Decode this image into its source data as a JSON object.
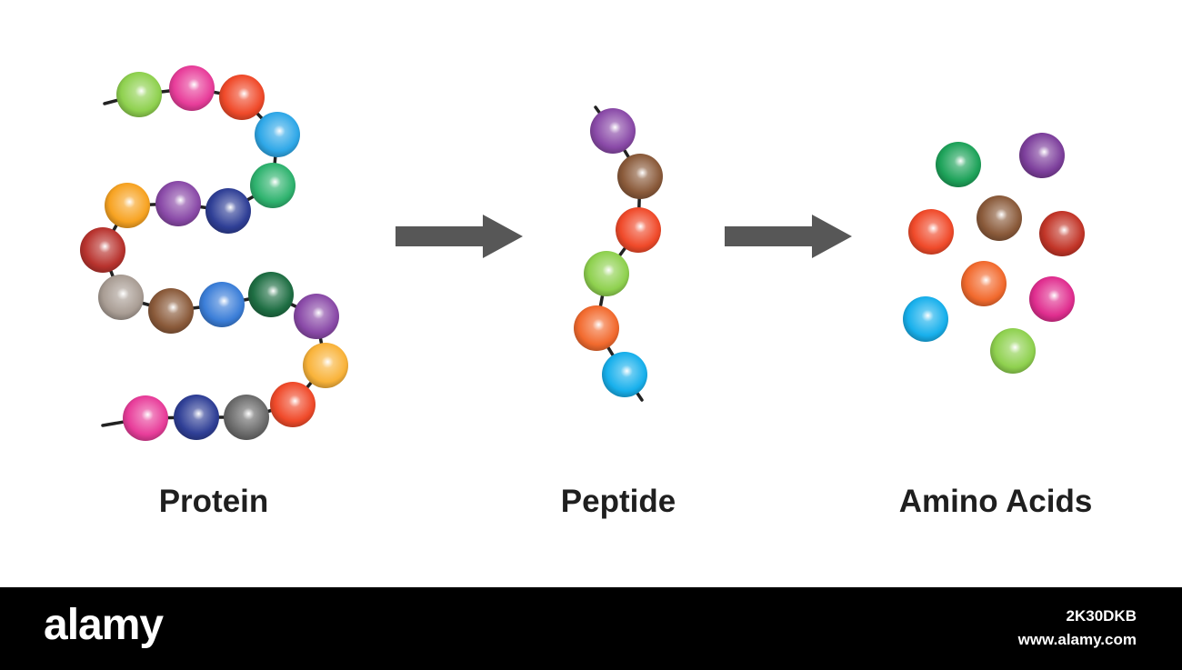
{
  "labels": {
    "protein": "Protein",
    "peptide": "Peptide",
    "amino_acids": "Amino Acids"
  },
  "footer": {
    "brand": "alamy",
    "image_id": "2K30DKB",
    "url": "www.alamy.com"
  },
  "colors": {
    "background": "#ffffff",
    "bond": "#222222",
    "arrow": "#575757",
    "label_text": "#1f1f1f",
    "footer_bg": "#000000",
    "footer_text": "#ffffff"
  },
  "bead_palette": {
    "light-green": "#8fd14f",
    "pink": "#e83d9a",
    "red-orange": "#f04a2a",
    "sky-blue": "#2fa8e8",
    "emerald": "#2fb36f",
    "orange": "#f7a322",
    "purple": "#8a4aa8",
    "navy": "#2f3f96",
    "maroon": "#b8332e",
    "taupe": "#a99d94",
    "brown": "#8a5a3a",
    "blue": "#3b7ed8",
    "dark-green": "#1e6e43",
    "light-orange": "#f9b33a",
    "gray": "#6b6b6b",
    "dark-red": "#c23528",
    "cyan": "#18b0ec",
    "magenta": "#e02e8f",
    "coral": "#f26a2e",
    "green": "#1ea35a",
    "violet": "#7d3f9c"
  },
  "protein_chain": [
    "light-green",
    "pink",
    "red-orange",
    "sky-blue",
    "emerald",
    "navy",
    "purple",
    "orange",
    "maroon",
    "taupe",
    "brown",
    "blue",
    "dark-green",
    "purple",
    "light-orange",
    "red-orange",
    "gray",
    "navy",
    "pink"
  ],
  "peptide_chain": [
    "purple",
    "brown",
    "red-orange",
    "light-green",
    "coral",
    "cyan"
  ],
  "amino_acids": [
    "green",
    "violet",
    "red-orange",
    "brown",
    "dark-red",
    "coral",
    "magenta",
    "cyan",
    "light-green"
  ]
}
